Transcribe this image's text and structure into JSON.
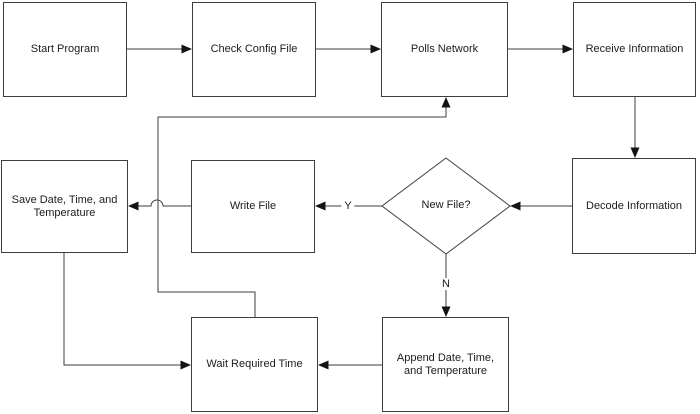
{
  "diagram": {
    "type": "flowchart",
    "background_color": "#ffffff",
    "line_color": "#3d3d3d",
    "arrow_color": "#141414",
    "text_color": "#1c1c1c",
    "nodes": {
      "start": {
        "label": "Start Program",
        "shape": "process"
      },
      "check_config": {
        "label": "Check Config File",
        "shape": "process"
      },
      "polls": {
        "label": "Polls Network",
        "shape": "process"
      },
      "receive": {
        "label": "Receive Information",
        "shape": "process"
      },
      "save": {
        "label": "Save Date, Time, and Temperature",
        "shape": "process"
      },
      "write": {
        "label": "Write File",
        "shape": "process"
      },
      "new_file": {
        "label": "New File?",
        "shape": "decision"
      },
      "decode": {
        "label": "Decode Information",
        "shape": "process"
      },
      "wait": {
        "label": "Wait Required Time",
        "shape": "process"
      },
      "append": {
        "label": "Append Date, Time, and Temperature",
        "shape": "process"
      }
    },
    "edge_labels": {
      "yes": "Y",
      "no": "N"
    },
    "edges": [
      {
        "from": "start",
        "to": "check_config"
      },
      {
        "from": "check_config",
        "to": "polls"
      },
      {
        "from": "polls",
        "to": "receive"
      },
      {
        "from": "receive",
        "to": "decode"
      },
      {
        "from": "decode",
        "to": "new_file"
      },
      {
        "from": "new_file",
        "to": "write",
        "label": "Y"
      },
      {
        "from": "write",
        "to": "save",
        "note": "crosses feedback line with hop"
      },
      {
        "from": "new_file",
        "to": "append",
        "label": "N"
      },
      {
        "from": "append",
        "to": "wait"
      },
      {
        "from": "save",
        "to": "wait"
      },
      {
        "from": "wait",
        "to": "polls",
        "note": "feedback loop"
      }
    ]
  }
}
